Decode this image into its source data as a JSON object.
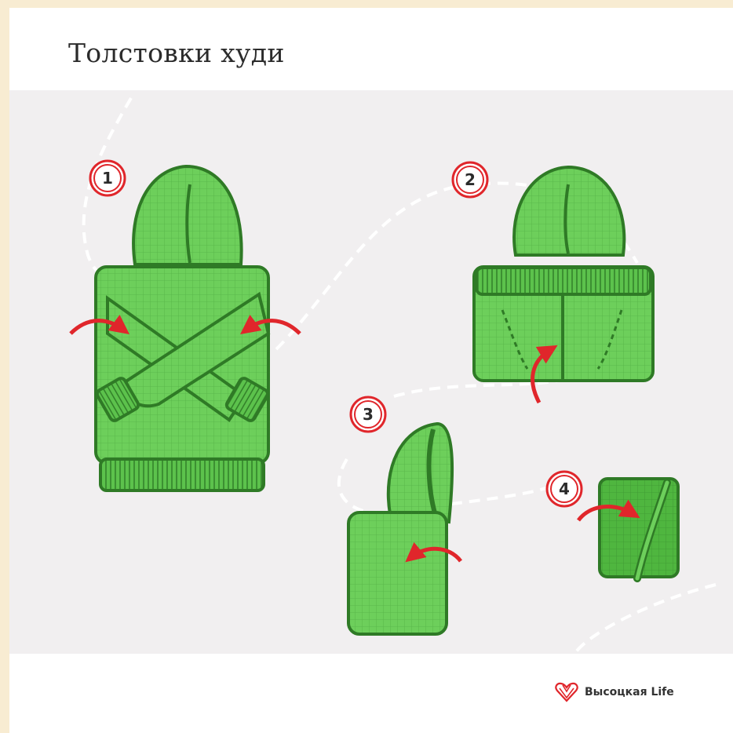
{
  "title": "Толстовки худи",
  "steps": [
    "1",
    "2",
    "3",
    "4"
  ],
  "brand": "Высоцкая Life",
  "colors": {
    "background": "#f1eff0",
    "garment": "#6cd05a",
    "garment_dark": "#3d8e31",
    "outline": "#2f7a26",
    "arrow": "#e0262b",
    "badge": "#e0262b"
  },
  "icons": [
    "heart-logo-icon",
    "fold-arrow-icon"
  ]
}
